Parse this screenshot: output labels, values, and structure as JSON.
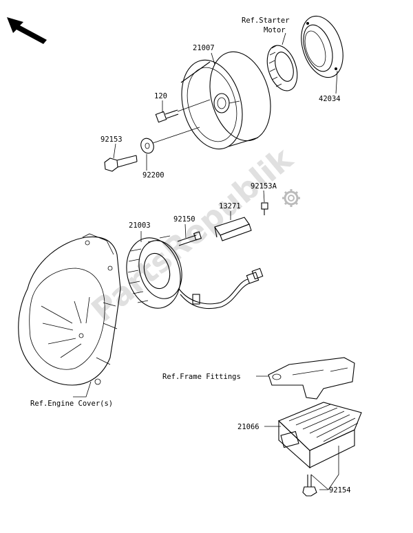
{
  "labels": {
    "ref_starter_motor_line1": "Ref.Starter",
    "ref_starter_motor_line2": "Motor",
    "p21007": "21007",
    "p42034": "42034",
    "p120": "120",
    "p92153": "92153",
    "p92200": "92200",
    "p92153A": "92153A",
    "p13271": "13271",
    "p92150": "92150",
    "p21003": "21003",
    "ref_frame_fittings": "Ref.Frame Fittings",
    "ref_engine_cover": "Ref.Engine Cover(s)",
    "p21066": "21066",
    "p92154": "92154"
  },
  "watermark": "PartsRepublik",
  "icons": [
    "front-direction-arrow-icon",
    "gear-logo-icon"
  ],
  "colors": {
    "line": "#000000",
    "background": "#ffffff",
    "watermark": "#c8c8c8"
  }
}
